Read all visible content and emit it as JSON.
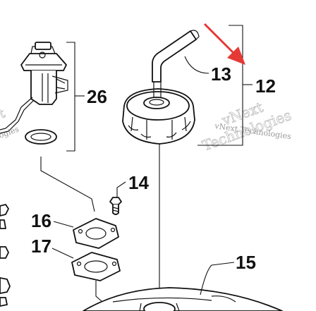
{
  "callouts": {
    "c12": "12",
    "c13": "13",
    "c14": "14",
    "c15": "15",
    "c16": "16",
    "c17": "17",
    "c26": "26"
  },
  "watermarks": {
    "left_partial": "ogies",
    "left_partial_top": "t",
    "right_small": "vNext Technologies",
    "right_large_line1": "vNext",
    "right_large_line2": "Technologies"
  },
  "colors": {
    "arrow": "#e53935",
    "ink": "#111111",
    "watermark": "#9a9a9a"
  }
}
